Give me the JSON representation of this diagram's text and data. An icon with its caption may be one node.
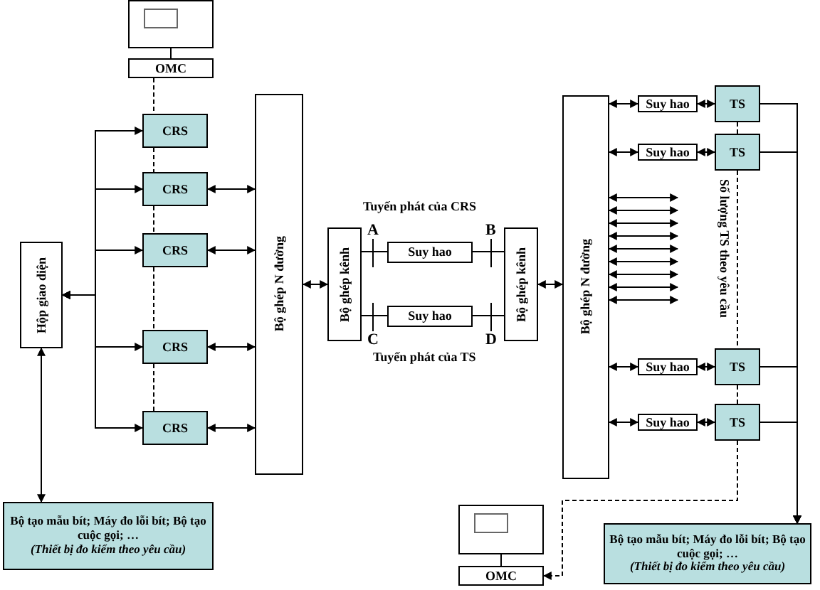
{
  "diagram": {
    "nodes": [
      {
        "text": [],
        "shape": "box"
      },
      {
        "text": [
          "OMC"
        ]
      },
      {
        "text": [
          "CRS"
        ]
      },
      {
        "text": [
          "CRS"
        ]
      },
      {
        "text": [
          "CRS"
        ]
      },
      {
        "text": [
          "CRS"
        ]
      },
      {
        "text": [
          "CRS"
        ]
      },
      {
        "text": [
          "Hộp giao diện"
        ]
      },
      {
        "text": [
          "Bộ ghép N đường"
        ]
      },
      {
        "text": [
          "Bộ ghép kênh"
        ]
      },
      {
        "text": [
          "Suy hao"
        ]
      },
      {
        "text": [
          "Suy hao"
        ]
      },
      {
        "text": [
          "Bộ ghép kênh"
        ]
      },
      {
        "text": [
          "Bộ ghép N đường"
        ]
      },
      {
        "text": [
          "Suy hao"
        ]
      },
      {
        "text": [
          "Suy hao"
        ]
      },
      {
        "text": [
          "Suy hao"
        ]
      },
      {
        "text": [
          "Suy hao"
        ]
      },
      {
        "text": [
          "TS"
        ]
      },
      {
        "text": [
          "TS"
        ]
      },
      {
        "text": [
          "TS"
        ]
      },
      {
        "text": [
          "TS"
        ]
      },
      {
        "text": [
          "Bộ tạo mẫu bít; Máy đo lỗi bít; Bộ tạo cuộc gọi; …",
          "(Thiết bị đo kiểm theo yêu cầu)"
        ]
      },
      {
        "text": [
          "Bộ tạo mẫu bít; Máy đo lỗi bít; Bộ tạo cuộc gọi; …",
          "(Thiết bị đo kiểm theo yêu cầu)"
        ]
      },
      {
        "text": [],
        "shape": "box"
      },
      {
        "text": [
          "OMC"
        ]
      }
    ],
    "edges": [
      {
        "from": 0,
        "to": 1,
        "arrow": "none"
      },
      {
        "from": 1,
        "to": 2,
        "arrow": "none",
        "style": "dashed"
      },
      {
        "from": 2,
        "to": 3,
        "arrow": "none",
        "style": "dashed"
      },
      {
        "from": 3,
        "to": 4,
        "arrow": "none",
        "style": "dashed"
      },
      {
        "from": 4,
        "to": 5,
        "arrow": "none",
        "style": "dashed"
      },
      {
        "from": 5,
        "to": 6,
        "arrow": "none",
        "style": "dashed"
      },
      {
        "from": 7,
        "to": 2,
        "arrow": "both"
      },
      {
        "from": 7,
        "to": 3,
        "arrow": "both"
      },
      {
        "from": 7,
        "to": 4,
        "arrow": "both"
      },
      {
        "from": 7,
        "to": 5,
        "arrow": "both"
      },
      {
        "from": 7,
        "to": 6,
        "arrow": "both"
      },
      {
        "from": 3,
        "to": 8,
        "arrow": "both"
      },
      {
        "from": 4,
        "to": 8,
        "arrow": "both"
      },
      {
        "from": 5,
        "to": 8,
        "arrow": "both"
      },
      {
        "from": 6,
        "to": 8,
        "arrow": "both"
      },
      {
        "from": 7,
        "to": 22,
        "arrow": "both"
      },
      {
        "from": 8,
        "to": 9,
        "arrow": "both"
      },
      {
        "from": 9,
        "to": 10,
        "arrow": "none"
      },
      {
        "from": 10,
        "to": 12,
        "arrow": "none"
      },
      {
        "from": 9,
        "to": 11,
        "arrow": "none"
      },
      {
        "from": 11,
        "to": 12,
        "arrow": "none"
      },
      {
        "from": 12,
        "to": 13,
        "arrow": "both"
      },
      {
        "from": 13,
        "to": 14,
        "arrow": "both"
      },
      {
        "from": 13,
        "to": 15,
        "arrow": "both"
      },
      {
        "from": 13,
        "to": null,
        "arrow": "both"
      },
      {
        "from": 13,
        "to": null,
        "arrow": "both"
      },
      {
        "from": 13,
        "to": null,
        "arrow": "both"
      },
      {
        "from": 13,
        "to": null,
        "arrow": "both"
      },
      {
        "from": 13,
        "to": null,
        "arrow": "both"
      },
      {
        "from": 13,
        "to": null,
        "arrow": "both"
      },
      {
        "from": 13,
        "to": null,
        "arrow": "both"
      },
      {
        "from": 13,
        "to": null,
        "arrow": "both"
      },
      {
        "from": 13,
        "to": null,
        "arrow": "both"
      },
      {
        "from": 13,
        "to": 16,
        "arrow": "both"
      },
      {
        "from": 13,
        "to": 17,
        "arrow": "both"
      },
      {
        "from": 14,
        "to": 18,
        "arrow": "both"
      },
      {
        "from": 15,
        "to": 19,
        "arrow": "both"
      },
      {
        "from": 16,
        "to": 20,
        "arrow": "both"
      },
      {
        "from": 17,
        "to": 21,
        "arrow": "both"
      },
      {
        "from": 18,
        "to": 19,
        "arrow": "none",
        "style": "dashed"
      },
      {
        "from": 19,
        "to": 20,
        "arrow": "none",
        "style": "dashed"
      },
      {
        "from": 20,
        "to": 21,
        "arrow": "none",
        "style": "dashed"
      },
      {
        "from": 18,
        "to": 23,
        "arrow": "to"
      },
      {
        "from": 19,
        "to": 23,
        "arrow": "to"
      },
      {
        "from": 20,
        "to": 23,
        "arrow": "to"
      },
      {
        "from": 21,
        "to": 23,
        "arrow": "to"
      },
      {
        "from": 21,
        "to": 25,
        "arrow": "to",
        "style": "dashed"
      },
      {
        "from": 24,
        "to": 25,
        "arrow": "none"
      }
    ],
    "labels": [
      "Tuyến phát của CRS",
      "A",
      "B",
      "C",
      "D",
      "Tuyến phát của TS",
      "Số lượng TS theo yêu cầu"
    ]
  }
}
